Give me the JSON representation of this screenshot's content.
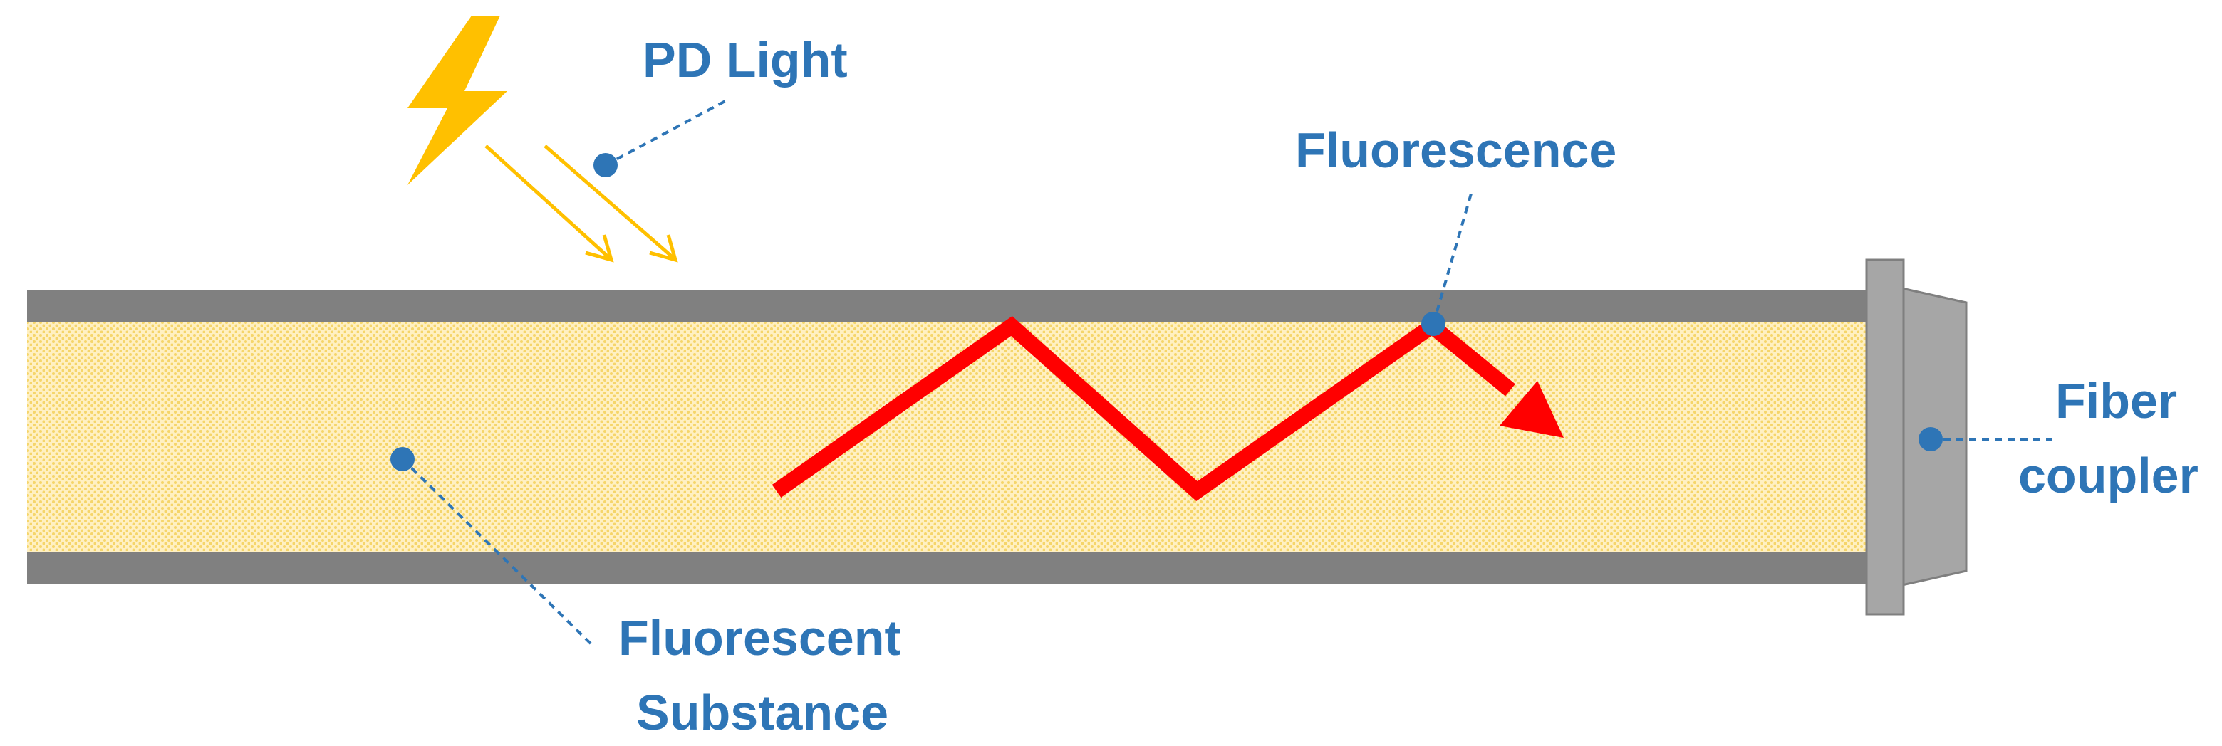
{
  "labels": {
    "pd_light": "PD Light",
    "fluorescence": "Fluorescence",
    "fluorescent_substance_line1": "Fluorescent",
    "fluorescent_substance_line2": "Substance",
    "fiber_coupler_line1": "Fiber",
    "fiber_coupler_line2": "coupler"
  },
  "colors": {
    "label_text": "#2E75B6",
    "marker": "#2E75B6",
    "fiber_wall": "#808080",
    "fiber_core": "#FFE699",
    "fluorescence_path": "#FF0000",
    "pd_light": "#FFC000",
    "coupler": "#A6A6A6"
  },
  "icons": {
    "light_source": "lightning-bolt-icon"
  }
}
